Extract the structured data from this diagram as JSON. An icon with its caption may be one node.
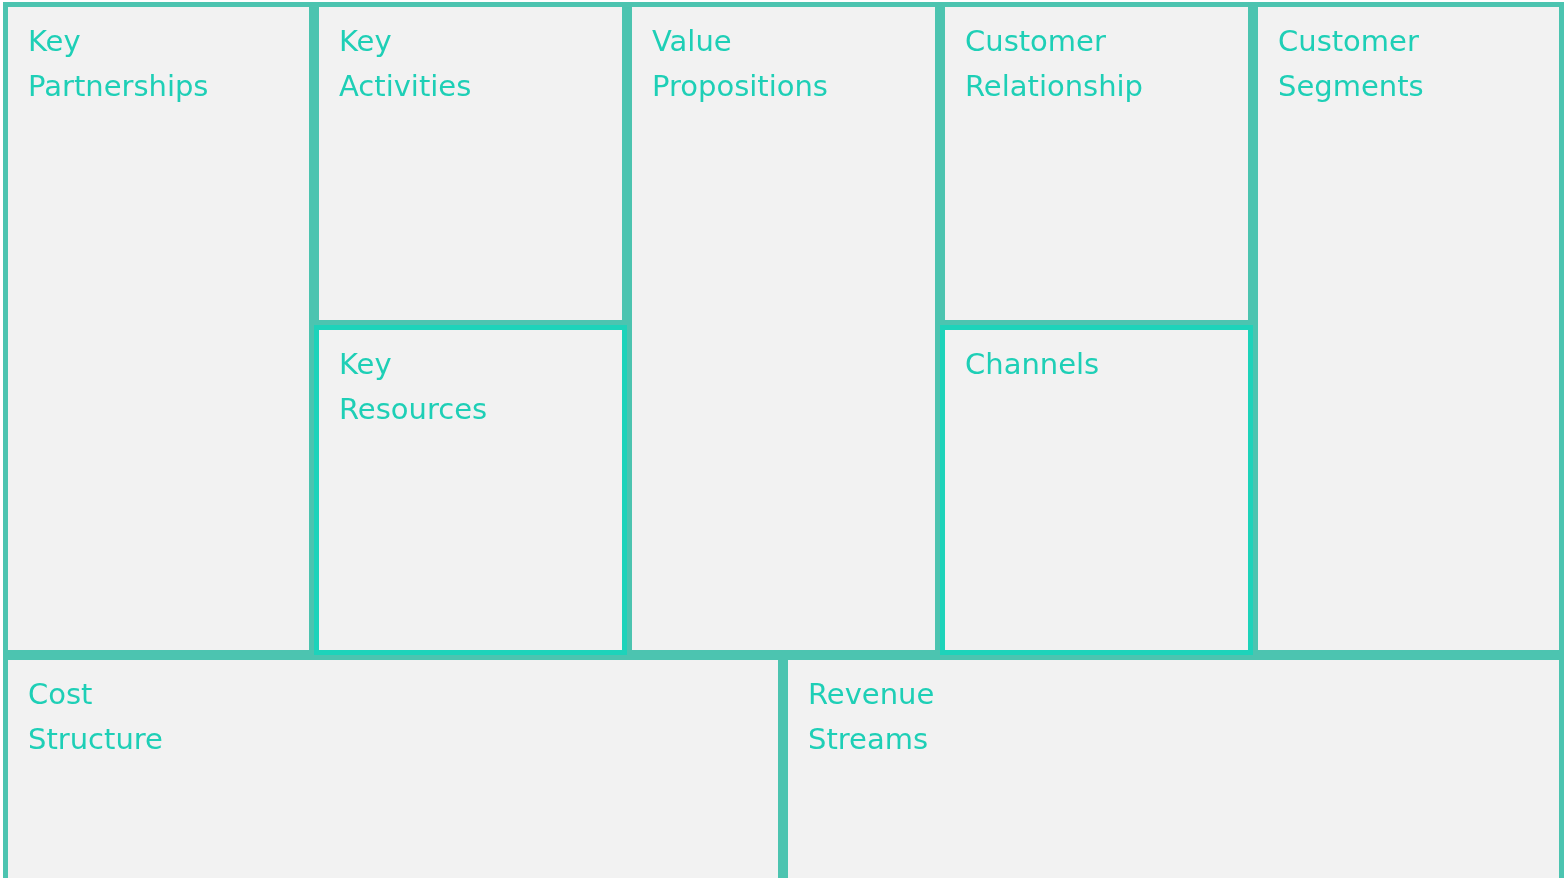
{
  "diagram": {
    "nodes": [
      {
        "text": [
          "Key Partnerships"
        ]
      },
      {
        "text": [
          "Key Activities"
        ]
      },
      {
        "text": [
          "Key Resources"
        ]
      },
      {
        "text": [
          "Value Propositions"
        ]
      },
      {
        "text": [
          "Customer Relationship"
        ]
      },
      {
        "text": [
          "Channels"
        ]
      },
      {
        "text": [
          "Customer Segments"
        ]
      },
      {
        "text": [
          "Cost Structure"
        ]
      },
      {
        "text": [
          "Revenue Streams"
        ]
      }
    ]
  }
}
